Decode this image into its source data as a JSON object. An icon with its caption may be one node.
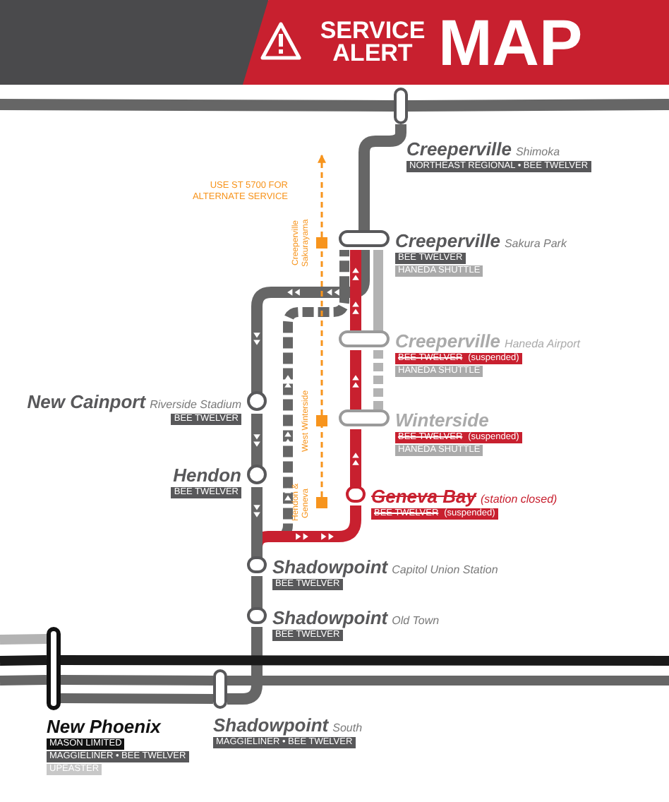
{
  "diagram": {
    "title": "SERVICE ALERT MAP",
    "nodes": [
      {
        "text": [
          "Creeperville",
          "Shimoka",
          "NORTHEAST REGIONAL • BEE TWELVER"
        ]
      },
      {
        "text": [
          "Creeperville",
          "Sakura Park",
          "BEE TWELVER",
          "HANEDA SHUTTLE"
        ]
      },
      {
        "text": [
          "Creeperville",
          "Haneda Airport",
          "BEE TWELVER",
          "(suspended)",
          "HANEDA SHUTTLE"
        ]
      },
      {
        "text": [
          "New Cainport",
          "Riverside Stadium",
          "BEE TWELVER"
        ]
      },
      {
        "text": [
          "Winterside",
          "BEE TWELVER",
          "(suspended)",
          "HANEDA SHUTTLE"
        ]
      },
      {
        "text": [
          "Hendon",
          "BEE TWELVER"
        ]
      },
      {
        "text": [
          "Geneva Bay",
          "(station closed)",
          "BEE TWELVER",
          "(suspended)"
        ]
      },
      {
        "text": [
          "Shadowpoint",
          "Capitol Union Station",
          "BEE TWELVER"
        ]
      },
      {
        "text": [
          "Shadowpoint",
          "Old Town",
          "BEE TWELVER"
        ]
      },
      {
        "text": [
          "New Phoenix",
          "MASON LIMITED",
          "MAGGIELINER • BEE TWELVER",
          "UPEASTER"
        ]
      },
      {
        "text": [
          "Shadowpoint",
          "South",
          "MAGGIELINER • BEE TWELVER"
        ]
      },
      {
        "text": [
          "Creeperville Sakurayama"
        ]
      },
      {
        "text": [
          "West Winterside"
        ]
      },
      {
        "text": [
          "Hendon & Geneva"
        ]
      }
    ],
    "edges": [
      {
        "from": null,
        "to": 0,
        "arrow": "none"
      },
      {
        "from": 0,
        "to": null,
        "arrow": "none"
      },
      {
        "from": 0,
        "to": 1,
        "arrow": "none"
      },
      {
        "from": 1,
        "to": 3,
        "arrow": "to"
      },
      {
        "from": 3,
        "to": 5,
        "arrow": "to"
      },
      {
        "from": 5,
        "to": 7,
        "arrow": "to"
      },
      {
        "from": 7,
        "to": 8,
        "arrow": "none"
      },
      {
        "from": 1,
        "to": 2,
        "arrow": "none",
        "color": "#b3b3b3"
      },
      {
        "from": 2,
        "to": 4,
        "arrow": "none",
        "style": "dashed",
        "color": "#b3b3b3"
      },
      {
        "from": 7,
        "to": 6,
        "arrow": "to",
        "color": "#c8202f"
      },
      {
        "from": 6,
        "to": 4,
        "arrow": "to",
        "color": "#c8202f"
      },
      {
        "from": 4,
        "to": 2,
        "arrow": "to",
        "color": "#c8202f"
      },
      {
        "from": 2,
        "to": 1,
        "arrow": "to",
        "color": "#c8202f"
      },
      {
        "from": 7,
        "to": 1,
        "arrow": "to",
        "style": "dashed"
      },
      {
        "from": 13,
        "to": 12,
        "arrow": "none",
        "style": "dashed",
        "color": "#f7941d"
      },
      {
        "from": 12,
        "to": 11,
        "arrow": "none",
        "style": "dashed",
        "color": "#f7941d"
      },
      {
        "from": 11,
        "to": null,
        "arrow": "to",
        "style": "dashed",
        "color": "#f7941d"
      },
      {
        "from": null,
        "to": 9,
        "arrow": "none",
        "color": "#b3b3b3"
      },
      {
        "from": null,
        "to": 9,
        "arrow": "none",
        "color": "#1a1a1a"
      },
      {
        "from": 9,
        "to": null,
        "arrow": "none",
        "color": "#1a1a1a"
      },
      {
        "from": null,
        "to": 9,
        "arrow": "none"
      },
      {
        "from": 9,
        "to": 10,
        "arrow": "none"
      },
      {
        "from": 10,
        "to": null,
        "arrow": "none"
      },
      {
        "from": 9,
        "to": 10,
        "arrow": "none"
      },
      {
        "from": 10,
        "to": 8,
        "arrow": "none"
      }
    ],
    "labels": [
      "USE ST 5700 FOR ALTERNATE SERVICE"
    ]
  }
}
